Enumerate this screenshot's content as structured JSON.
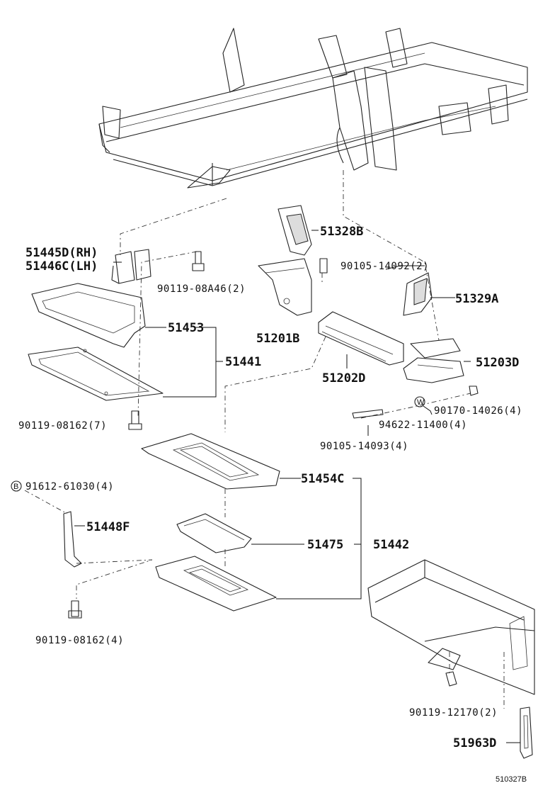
{
  "diagram": {
    "reference_code": "510327B",
    "parts": {
      "p51445D": "51445D(RH)",
      "p51446C": "51446C(LH)",
      "p90119_08A46": "90119-08A46(2)",
      "p51453": "51453",
      "p51441": "51441",
      "p90119_08162_7": "90119-08162(7)",
      "p51328B": "51328B",
      "p90105_14092": "90105-14092(2)",
      "p51201B": "51201B",
      "p51329A": "51329A",
      "p51202D": "51202D",
      "p51203D": "51203D",
      "p90170_14026": "90170-14026(4)",
      "p94622_11400": "94622-11400(4)",
      "p90105_14093": "90105-14093(4)",
      "p91612_61030": "91612-61030(4)",
      "p51454C": "51454C",
      "p51448F": "51448F",
      "p51475": "51475",
      "p51442": "51442",
      "p90119_08162_4": "90119-08162(4)",
      "p90119_12170": "90119-12170(2)",
      "p51963D": "51963D"
    },
    "markers": {
      "b": "B",
      "w": "W"
    }
  }
}
